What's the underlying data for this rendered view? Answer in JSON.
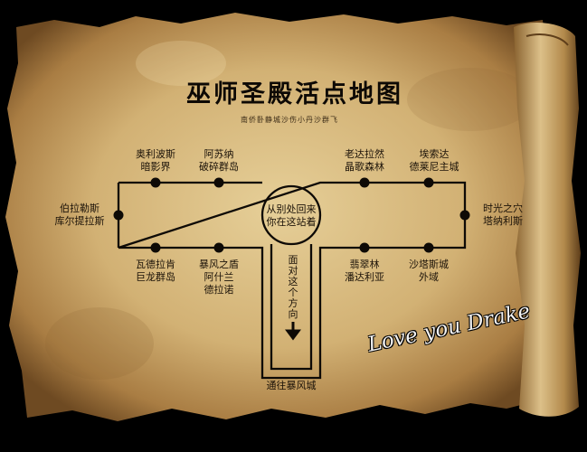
{
  "map": {
    "title": "巫师圣殿活点地图",
    "subtitle": "南侨卧静城沙伤小丹沙群飞",
    "center_note": [
      "从别处回来",
      "你在这站着"
    ],
    "direction_text": "面对这个方向",
    "signature": "Love you Drake",
    "locations": [
      {
        "id": "auberdine",
        "lines": [
          "奥利波斯",
          "暗影界"
        ]
      },
      {
        "id": "azuna",
        "lines": [
          "阿苏纳",
          "破碎群岛"
        ]
      },
      {
        "id": "old-hillsbrad",
        "lines": [
          "老达拉然",
          "晶歌森林"
        ]
      },
      {
        "id": "exodar",
        "lines": [
          "埃索达",
          "德莱尼主城"
        ]
      },
      {
        "id": "boralus",
        "lines": [
          "伯拉勒斯",
          "库尔提拉斯"
        ]
      },
      {
        "id": "caverns-of-time",
        "lines": [
          "时光之穴",
          "塔纳利斯"
        ]
      },
      {
        "id": "dazaralor",
        "lines": [
          "瓦德拉肯",
          "巨龙群岛"
        ]
      },
      {
        "id": "stormshield",
        "lines": [
          "暴风之盾",
          "阿什兰",
          "德拉诺"
        ]
      },
      {
        "id": "emerald",
        "lines": [
          "翡翠林",
          "潘达利亚"
        ]
      },
      {
        "id": "shattrath",
        "lines": [
          "沙塔斯城",
          "外域"
        ]
      },
      {
        "id": "stormwind",
        "lines": [
          "通往暴风城"
        ]
      }
    ]
  }
}
